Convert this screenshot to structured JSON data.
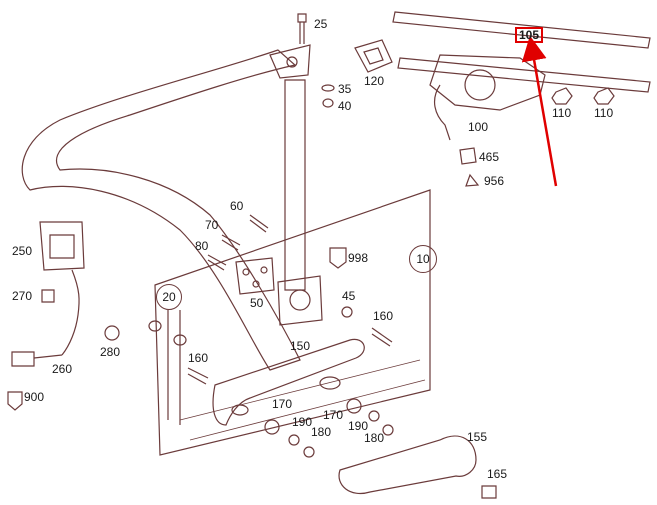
{
  "diagram": {
    "colors": {
      "line": "#6b3b3b",
      "highlight": "#e00000",
      "text": "#1a1a1a",
      "background": "#ffffff"
    },
    "callouts": {
      "p25": "25",
      "p35": "35",
      "p40": "40",
      "p120": "120",
      "p105": "105",
      "p100": "100",
      "p110a": "110",
      "p110b": "110",
      "p465": "465",
      "p956": "956",
      "p60": "60",
      "p70": "70",
      "p80": "80",
      "p50": "50",
      "p998": "998",
      "p10": "10",
      "p45": "45",
      "p160a": "160",
      "p250": "250",
      "p270": "270",
      "p20": "20",
      "p280": "280",
      "p260": "260",
      "p900": "900",
      "p150": "150",
      "p160b": "160",
      "p170a": "170",
      "p170b": "170",
      "p190a": "190",
      "p190b": "190",
      "p180a": "180",
      "p180b": "180",
      "p155": "155",
      "p165": "165"
    },
    "highlighted_part": "105"
  }
}
